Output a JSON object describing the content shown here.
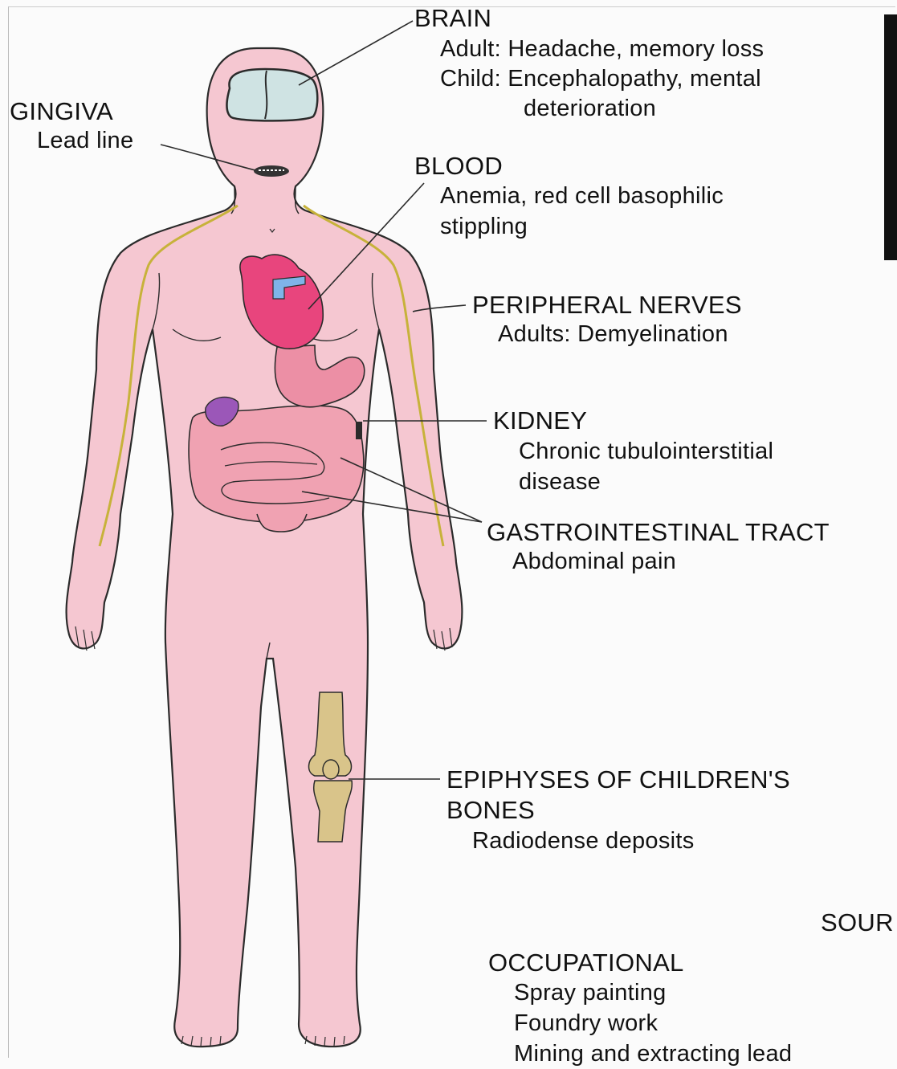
{
  "colors": {
    "skin": "#f5c7d1",
    "outline": "#2b2b2b",
    "brain": "#cfe3e3",
    "heart": "#e8457d",
    "heart_vessel": "#7fb4e8",
    "stomach": "#ec8fa5",
    "intestine": "#f0a2b2",
    "nerve": "#c7b23a",
    "bone": "#d9c48a",
    "kidney_purple": "#9b57b8",
    "text": "#111111"
  },
  "labels": {
    "brain": {
      "title": "BRAIN",
      "line1": "Adult: Headache, memory loss",
      "line2": "Child: Encephalopathy, mental",
      "line3": "deterioration"
    },
    "gingiva": {
      "title": "GINGIVA",
      "line1": "Lead line"
    },
    "blood": {
      "title": "BLOOD",
      "line1": "Anemia, red cell basophilic",
      "line2": "stippling"
    },
    "nerves": {
      "title": "PERIPHERAL NERVES",
      "line1": "Adults: Demyelination"
    },
    "kidney": {
      "title": "KIDNEY",
      "line1": "Chronic tubulointerstitial",
      "line2": "disease"
    },
    "gi": {
      "title": "GASTROINTESTINAL TRACT",
      "line1": "Abdominal pain"
    },
    "bones": {
      "title1": "EPIPHYSES OF CHILDREN'S",
      "title2": "BONES",
      "line1": "Radiodense deposits"
    },
    "sources": {
      "title": "SOUR"
    },
    "occupational": {
      "title": "OCCUPATIONAL",
      "items": [
        "Spray painting",
        "Foundry work",
        "Mining and extracting lead"
      ]
    }
  }
}
